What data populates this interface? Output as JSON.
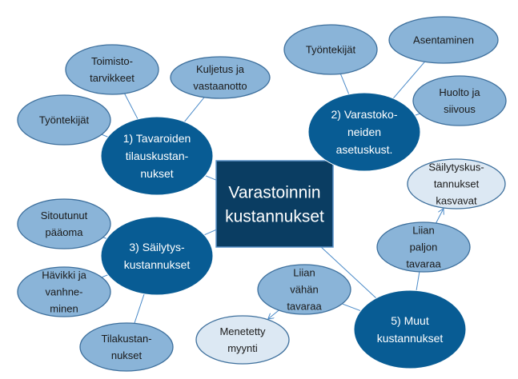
{
  "center": {
    "id": "center",
    "lines": [
      "Varastoinnin",
      "kustannukset"
    ]
  },
  "nodes": [
    {
      "id": "n1",
      "level": "main",
      "lines": [
        "1) Tavaroiden",
        "tilauskustan-",
        "nukset"
      ]
    },
    {
      "id": "n2",
      "level": "main",
      "lines": [
        "2) Varastoko-",
        "neiden",
        "asetuskust."
      ]
    },
    {
      "id": "n3",
      "level": "main",
      "lines": [
        "3) Säilytys-",
        "kustannukset"
      ]
    },
    {
      "id": "n5",
      "level": "main",
      "lines": [
        "5) Muut",
        "kustannukset"
      ]
    },
    {
      "id": "a1",
      "level": "sub",
      "lines": [
        "Työntekijät"
      ]
    },
    {
      "id": "a2",
      "level": "sub",
      "lines": [
        "Toimisto-",
        "tarvikkeet"
      ]
    },
    {
      "id": "a3",
      "level": "sub",
      "lines": [
        "Kuljetus ja",
        "vastaanotto"
      ]
    },
    {
      "id": "b1",
      "level": "sub",
      "lines": [
        "Työntekijät"
      ]
    },
    {
      "id": "b2",
      "level": "sub",
      "lines": [
        "Asentaminen"
      ]
    },
    {
      "id": "b3",
      "level": "sub",
      "lines": [
        "Huolto ja",
        "siivous"
      ]
    },
    {
      "id": "c1",
      "level": "sub",
      "lines": [
        "Sitoutunut",
        "pääoma"
      ]
    },
    {
      "id": "c2",
      "level": "sub",
      "lines": [
        "Hävikki ja",
        "vanhne-",
        "minen"
      ]
    },
    {
      "id": "c3",
      "level": "sub",
      "lines": [
        "Tilakustan-",
        "nukset"
      ]
    },
    {
      "id": "d1",
      "level": "sub",
      "lines": [
        "Liian",
        "paljon",
        "tavaraa"
      ]
    },
    {
      "id": "d2",
      "level": "light",
      "lines": [
        "Säilytyskus-",
        "tannukset",
        "kasvavat"
      ]
    },
    {
      "id": "d3",
      "level": "sub",
      "lines": [
        "Liian",
        "vähän",
        "tavaraa"
      ]
    },
    {
      "id": "d4",
      "level": "light",
      "lines": [
        "Menetetty",
        "myynti"
      ]
    }
  ],
  "edges": [
    [
      "center",
      "n1"
    ],
    [
      "center",
      "n2"
    ],
    [
      "center",
      "n3"
    ],
    [
      "center",
      "n5"
    ],
    [
      "n1",
      "a1"
    ],
    [
      "n1",
      "a2"
    ],
    [
      "n1",
      "a3"
    ],
    [
      "n2",
      "b1"
    ],
    [
      "n2",
      "b2"
    ],
    [
      "n2",
      "b3"
    ],
    [
      "n3",
      "c1"
    ],
    [
      "n3",
      "c2"
    ],
    [
      "n3",
      "c3"
    ],
    [
      "n5",
      "d1"
    ],
    [
      "n5",
      "d3"
    ]
  ],
  "arrows": [
    [
      "d1",
      "d2"
    ],
    [
      "d3",
      "d4"
    ]
  ],
  "colors": {
    "main": "#085c94",
    "sub": "#8ab4d8",
    "light": "#dce8f3",
    "center": "#0a3d62",
    "line": "#4a8ac8",
    "stroke": "#3d6f9c"
  }
}
